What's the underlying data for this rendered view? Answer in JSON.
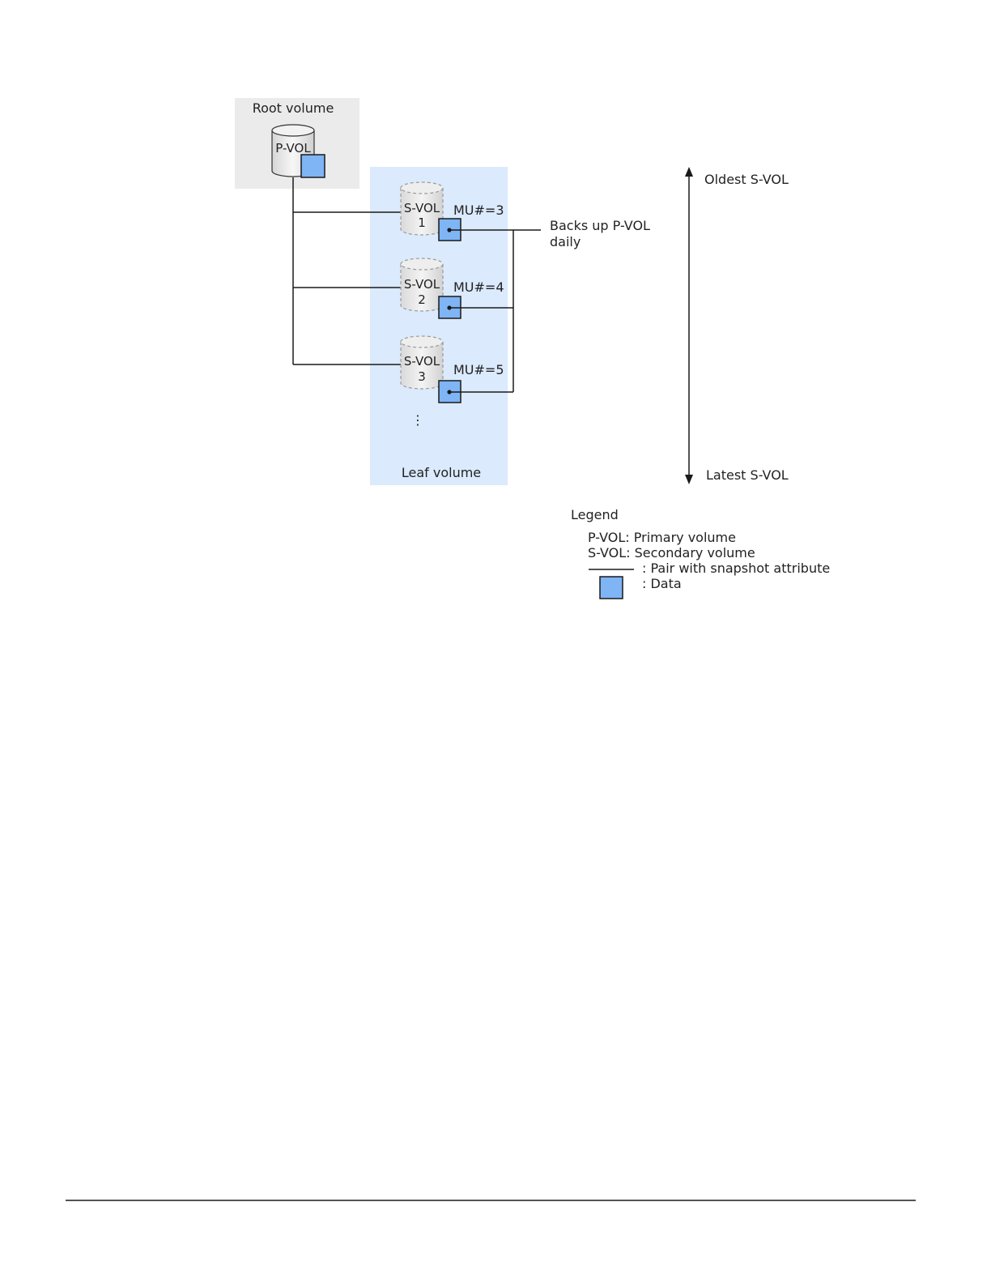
{
  "diagram": {
    "root_volume_label": "Root volume",
    "leaf_volume_label": "Leaf volume",
    "pvol_label": "P-VOL",
    "svols": [
      {
        "name": "S-VOL",
        "number": "1",
        "mu": "MU#=3"
      },
      {
        "name": "S-VOL",
        "number": "2",
        "mu": "MU#=4"
      },
      {
        "name": "S-VOL",
        "number": "3",
        "mu": "MU#=5"
      }
    ],
    "ellipsis": "⋮",
    "backup_note_line1": "Backs up P-VOL",
    "backup_note_line2": "daily",
    "oldest_label": "Oldest S-VOL",
    "latest_label": "Latest S-VOL"
  },
  "legend": {
    "title": "Legend",
    "pvol_def": "P-VOL: Primary volume",
    "svol_def": "S-VOL: Secondary volume",
    "line_def": ": Pair with snapshot attribute",
    "data_def": ": Data"
  },
  "colors": {
    "root_box_bg": "#ebebeb",
    "leaf_box_bg": "#dbeafc",
    "data_square": "#7fb4f5",
    "line": "#1a1a1a"
  }
}
